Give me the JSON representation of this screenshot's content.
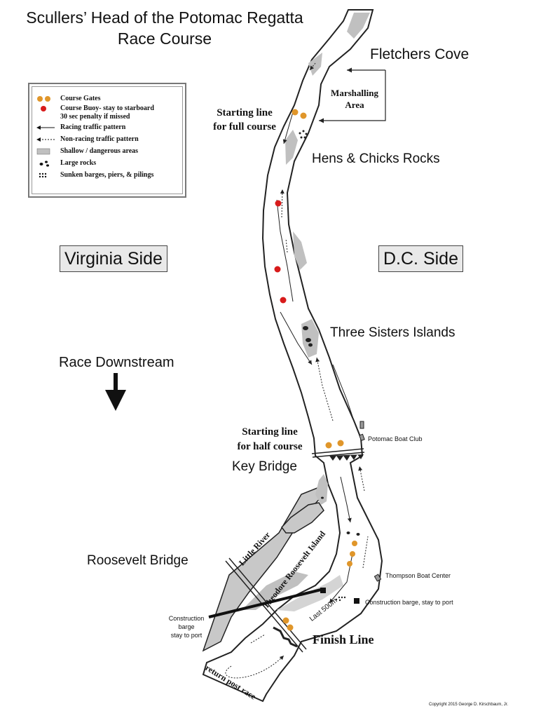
{
  "title": {
    "line1": "Scullers’ Head of the Potomac Regatta",
    "line2": "Race Course"
  },
  "legend": {
    "items": [
      {
        "icon": "course-gates-icon",
        "label": "Course Gates"
      },
      {
        "icon": "course-buoy-icon",
        "label": "Course Buoy- stay to starboard",
        "label2": "30 sec penalty if missed"
      },
      {
        "icon": "racing-arrow-icon",
        "label": "Racing traffic pattern"
      },
      {
        "icon": "non-racing-arrow-icon",
        "label": "Non-racing traffic pattern"
      },
      {
        "icon": "shallow-area-icon",
        "label": "Shallow / dangerous areas"
      },
      {
        "icon": "large-rocks-icon",
        "label": "Large rocks"
      },
      {
        "icon": "sunken-barges-icon",
        "label": "Sunken barges, piers, & pilings"
      }
    ]
  },
  "sides": {
    "virginia": "Virginia Side",
    "dc": "D.C. Side"
  },
  "race_direction": "Race Downstream",
  "labels": {
    "fletchers_cove": "Fletchers Cove",
    "marshalling_line1": "Marshalling",
    "marshalling_line2": "Area",
    "start_full_line1": "Starting line",
    "start_full_line2": "for full course",
    "hens_chicks": "Hens & Chicks Rocks",
    "three_sisters": "Three Sisters Islands",
    "start_half_line1": "Starting line",
    "start_half_line2": "for half course",
    "key_bridge": "Key Bridge",
    "potomac_boat_club": "Potomac Boat Club",
    "roosevelt_bridge": "Roosevelt Bridge",
    "little_river": "Little River",
    "theodore_roosevelt_island": "Theodore Roosevelt Island",
    "thompson_boat_center": "Thompson Boat Center",
    "construction_barge_right": "Construction barge, stay to port",
    "construction_barge_left_line1": "Construction",
    "construction_barge_left_line2": "barge",
    "construction_barge_left_line3": "stay to port",
    "last_500m": "Last 500m",
    "finish_line": "Finish Line",
    "return_post_race": "return post race"
  },
  "colors": {
    "gate": "#e0962a",
    "buoy": "#d81b1b",
    "shallow": "#bdbdbd",
    "land": "#c8c8c8",
    "water": "#ffffff",
    "shore": "#222222"
  },
  "copyright": "Copyright 2015 George D. Kirschbaum, Jr."
}
